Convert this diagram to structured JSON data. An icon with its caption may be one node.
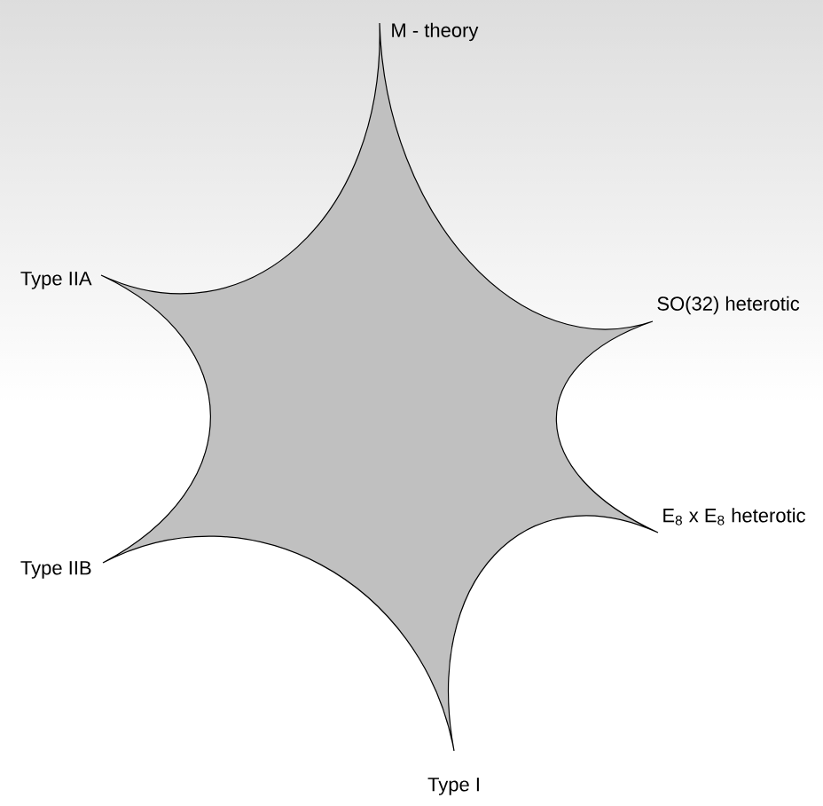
{
  "diagram": {
    "labels": [
      "M - theory",
      "Type IIA",
      "SO(32) heterotic",
      "Type IIB",
      "E$_{8}$ x E$_{8}$ heterotic",
      "Type I"
    ]
  }
}
